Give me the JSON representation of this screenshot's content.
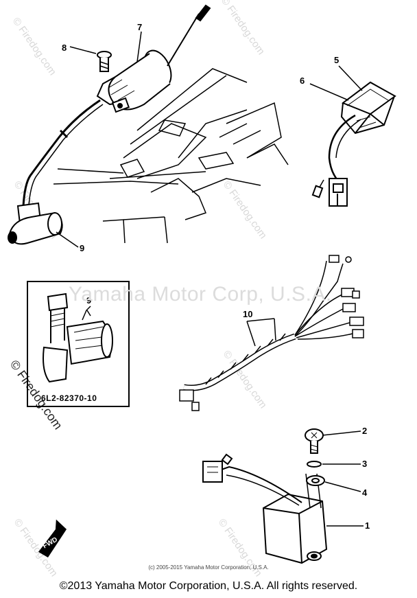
{
  "watermark": {
    "site": "© Firedog.com",
    "company": "Yamaha Motor Corp, U.S.A."
  },
  "callouts": {
    "c1": "1",
    "c2": "2",
    "c3": "3",
    "c4": "4",
    "c5": "5",
    "c6": "6",
    "c7": "7",
    "c8": "8",
    "c9": "9",
    "c9_inset": "9",
    "c10": "10"
  },
  "inset": {
    "part_code": "6L2-82370-10"
  },
  "direction_marker": "FWD",
  "small_copyright": "(c) 2005-2015 Yamaha Motor Corporation, U.S.A.",
  "footer_copyright": "©2013 Yamaha Motor Corporation, U.S.A. All rights reserved."
}
